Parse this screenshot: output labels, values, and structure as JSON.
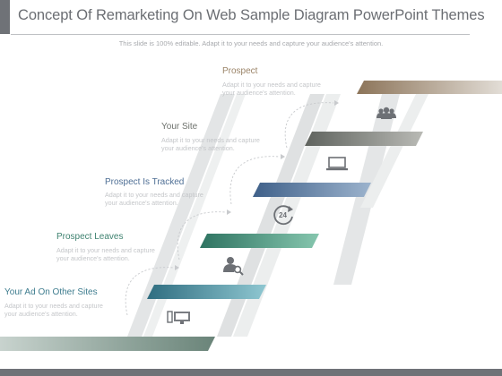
{
  "title": "Concept Of Remarketing On Web Sample Diagram PowerPoint Themes",
  "subtitle": "This slide is 100% editable. Adapt it to your needs and capture your audience's attention.",
  "steps": [
    {
      "title": "Prospect",
      "desc_line1": "Adapt it to your needs and capture",
      "desc_line2": "your audience's attention.",
      "color": "#9b8468",
      "icon": "people-icon"
    },
    {
      "title": "Your Site",
      "desc_line1": "Adapt it to your needs and capture",
      "desc_line2": "your audience's attention.",
      "color": "#6e726d",
      "icon": "laptop-icon"
    },
    {
      "title": "Prospect Is Tracked",
      "desc_line1": "Adapt it to your needs and capture",
      "desc_line2": "your audience's attention.",
      "color": "#4f6f95",
      "icon": "clock-24-icon"
    },
    {
      "title": "Prospect Leaves",
      "desc_line1": "Adapt it to your needs and capture",
      "desc_line2": "your audience's attention.",
      "color": "#3f8270",
      "icon": "user-search-icon"
    },
    {
      "title": "Your Ad On Other Sites",
      "desc_line1": "Adapt it to your needs and capture",
      "desc_line2": "your audience's attention.",
      "color": "#3f7d8f",
      "icon": "devices-icon"
    }
  ]
}
